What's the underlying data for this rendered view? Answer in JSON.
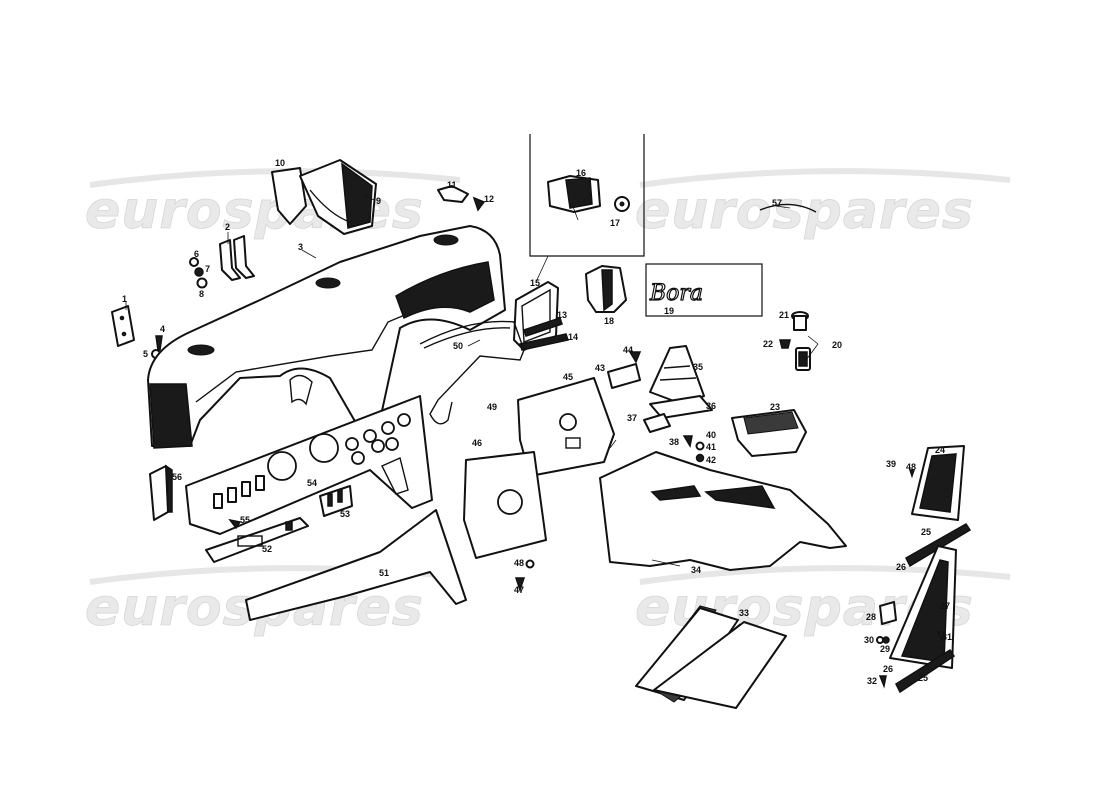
{
  "watermark": {
    "brand": "eurospares"
  },
  "logo_badge": {
    "text": "Bora"
  },
  "callouts": [
    "1",
    "2",
    "3",
    "4",
    "5",
    "6",
    "7",
    "8",
    "9",
    "10",
    "11",
    "12",
    "13",
    "14",
    "15",
    "16",
    "17",
    "18",
    "19",
    "20",
    "21",
    "22",
    "23",
    "24",
    "25",
    "25",
    "26",
    "26",
    "27",
    "28",
    "29",
    "30",
    "31",
    "32",
    "33",
    "34",
    "35",
    "36",
    "37",
    "38",
    "39",
    "40",
    "41",
    "42",
    "43",
    "44",
    "45",
    "46",
    "47",
    "48",
    "48",
    "49",
    "50",
    "51",
    "52",
    "53",
    "54",
    "55",
    "56",
    "57"
  ]
}
